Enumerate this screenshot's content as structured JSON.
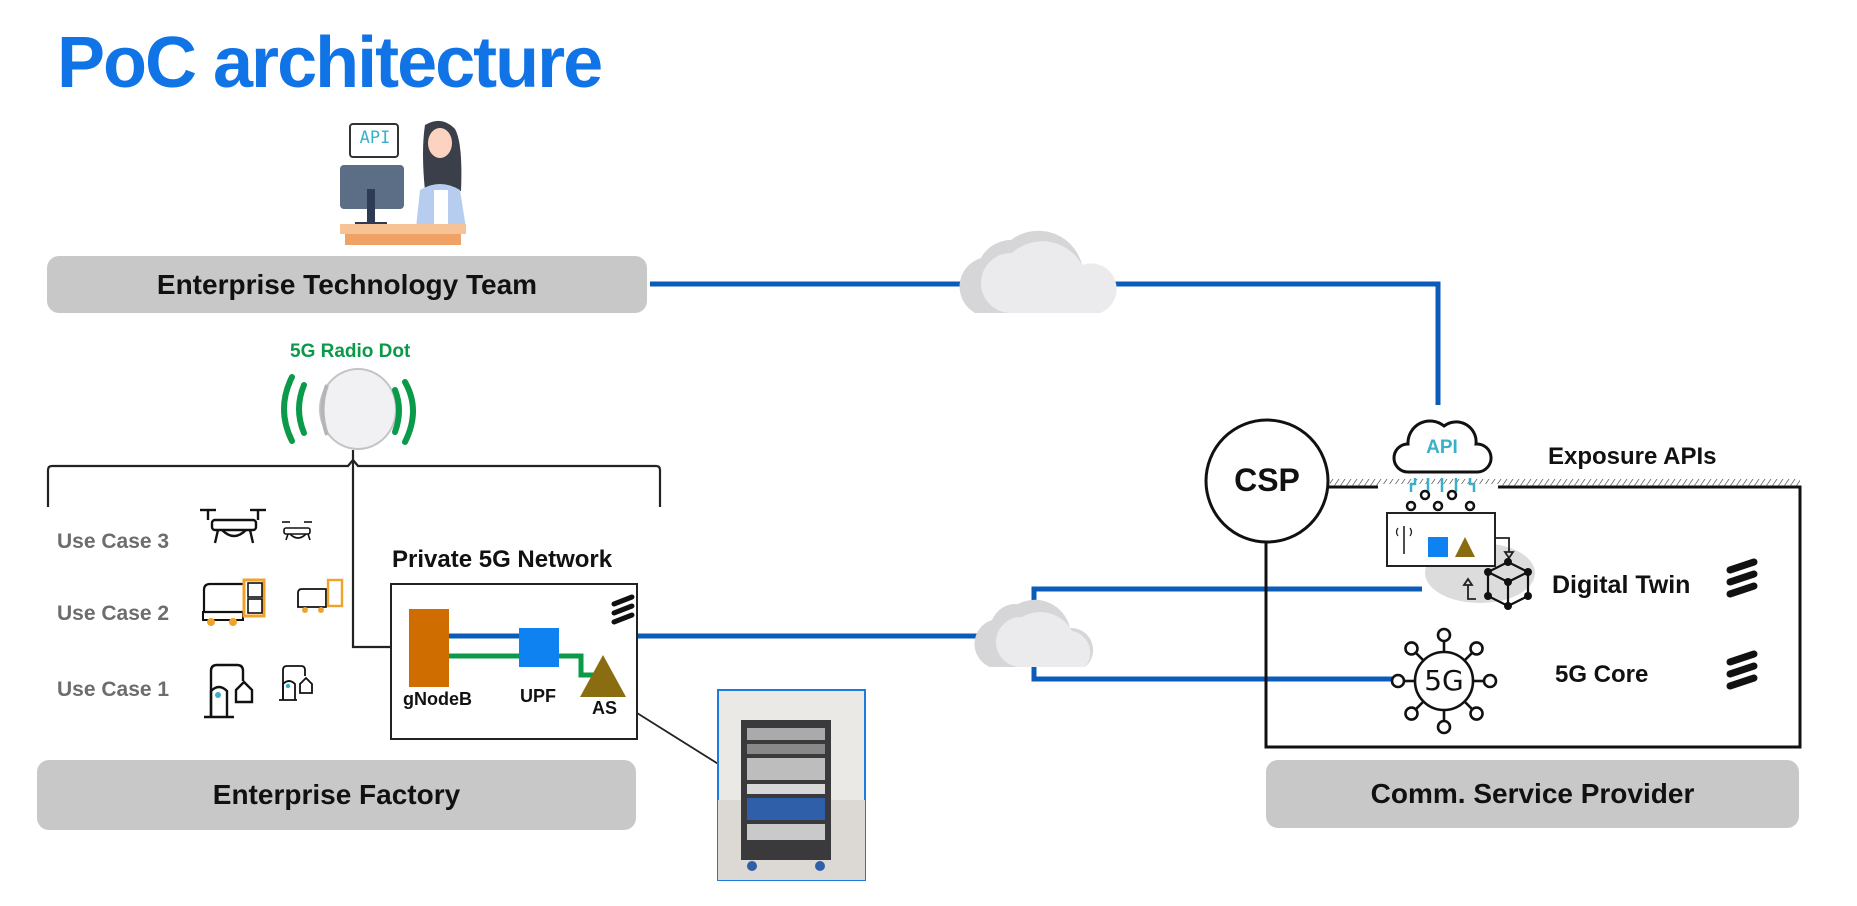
{
  "slide": {
    "title": "PoC architecture"
  },
  "enterprise_team": {
    "label": "Enterprise Technology Team",
    "illustration_api_text": "API"
  },
  "radio_dot": {
    "label": "5G Radio Dot"
  },
  "use_cases": [
    {
      "label": "Use Case 3",
      "icon": "drone-icon"
    },
    {
      "label": "Use Case 2",
      "icon": "agv-robot-icon"
    },
    {
      "label": "Use Case 1",
      "icon": "robot-arm-icon"
    }
  ],
  "private_network": {
    "title": "Private 5G Network",
    "components": {
      "gnodeb": "gNodeB",
      "upf": "UPF",
      "as": "AS"
    }
  },
  "enterprise_factory": {
    "label": "Enterprise Factory"
  },
  "csp": {
    "circle_label": "CSP",
    "exposure_label": "Exposure APIs",
    "api_cloud_text": "API",
    "digital_twin_label": "Digital Twin",
    "core_label": "5G Core",
    "core_icon_text": "5G",
    "provider_label": "Comm. Service Provider"
  },
  "colors": {
    "title_blue": "#1174e6",
    "link_blue": "#0a5cb8",
    "radio_green": "#0a9a4a",
    "gnodeb_orange": "#d06d00",
    "upf_blue": "#0f82f2",
    "as_olive": "#8a6d10",
    "pill_gray": "#c8c8c8",
    "api_teal": "#3ab0c8"
  }
}
